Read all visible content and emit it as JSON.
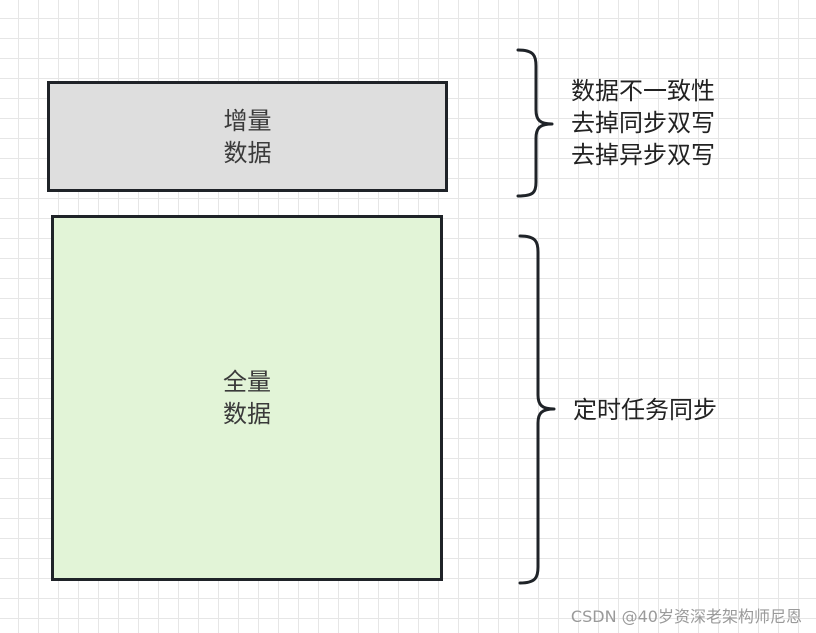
{
  "boxes": {
    "incremental": {
      "line1": "增量",
      "line2": "数据"
    },
    "full": {
      "line1": "全量",
      "line2": "数据"
    }
  },
  "notes": {
    "incremental": [
      "数据不一致性",
      "去掉同步双写",
      "去掉异步双写"
    ],
    "full": "定时任务同步"
  },
  "watermark": "CSDN @40岁资深老架构师尼恩",
  "colors": {
    "incremental_fill": "#dedede",
    "full_fill": "#e2f4d7",
    "stroke": "#1f2328",
    "grid": "#e6e6e6"
  }
}
